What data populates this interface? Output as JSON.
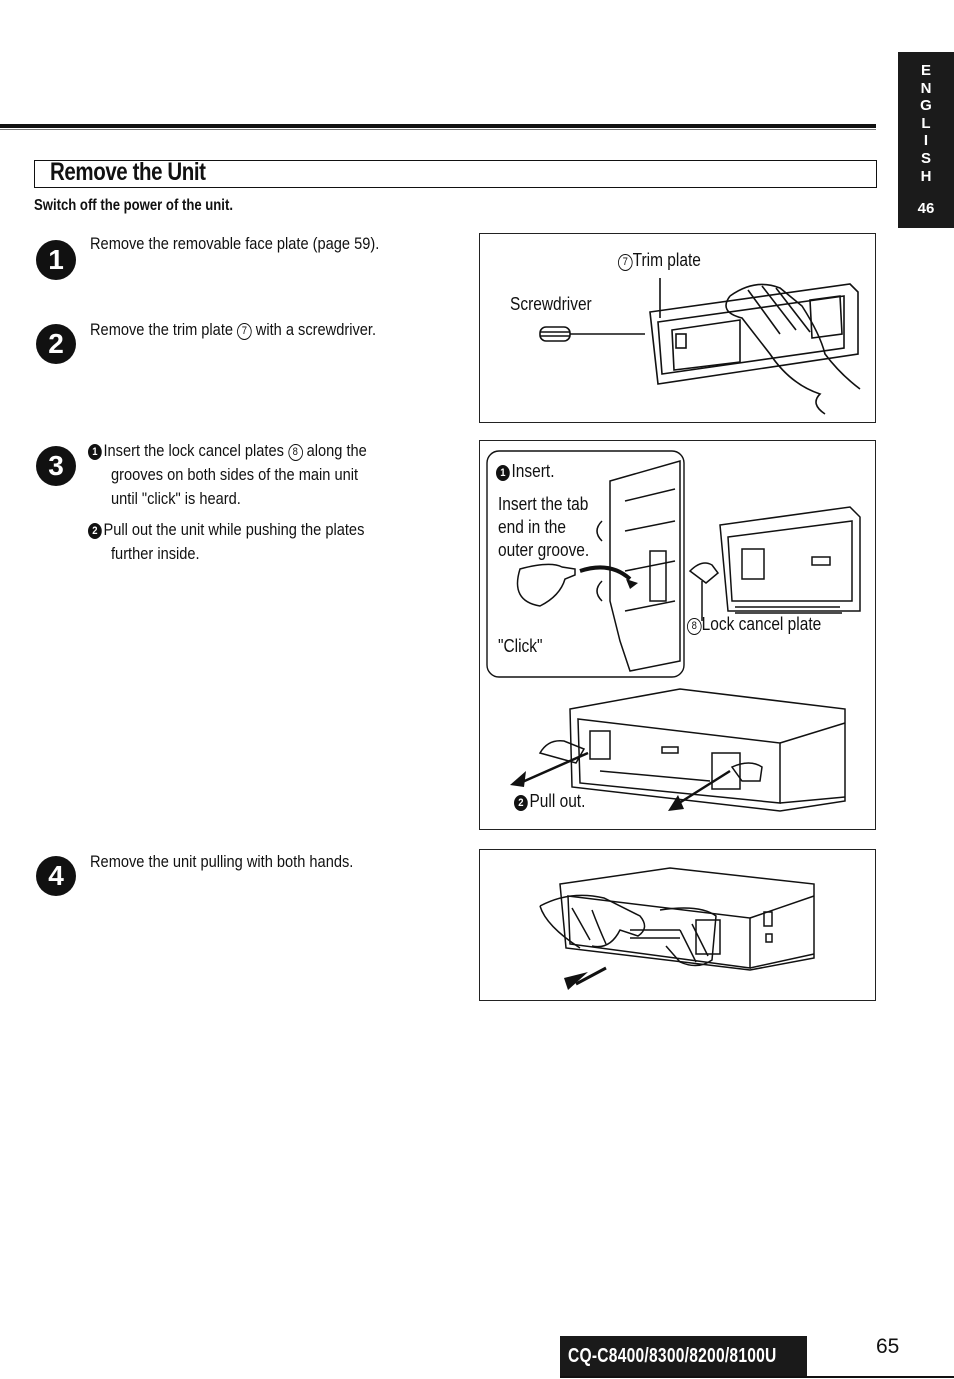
{
  "language_tab": {
    "letters": [
      "E",
      "N",
      "G",
      "L",
      "I",
      "S",
      "H"
    ],
    "page": "46"
  },
  "title": "Remove the Unit",
  "subheading": "Switch off the power of the unit.",
  "steps": [
    {
      "number": "1",
      "text": "Remove the removable face plate (page 59)."
    },
    {
      "number": "2",
      "text_before": "Remove the trim plate",
      "ref": "7",
      "text_after": "with a screwdriver."
    },
    {
      "number": "3",
      "a": {
        "bullet": "1",
        "line1_before": "Insert the lock cancel plates",
        "ref": "8",
        "line1_after": "along the",
        "line2": "grooves on both sides of the main unit",
        "line3": "until \"click\" is heard."
      },
      "b": {
        "bullet": "2",
        "line1": "Pull out the unit while pushing the plates",
        "line2": "further inside."
      }
    },
    {
      "number": "4",
      "text": "Remove the unit pulling with both hands."
    }
  ],
  "figure1": {
    "trim_ref": "7",
    "trim_label": "Trim plate",
    "screwdriver_label": "Screwdriver"
  },
  "figure2": {
    "insert_bullet": "1",
    "insert_label": "Insert.",
    "insert_note": [
      "Insert the tab",
      "end in the",
      "outer groove."
    ],
    "click_label": "\"Click\"",
    "lock_ref": "8",
    "lock_label": "Lock cancel plate",
    "pull_bullet": "2",
    "pull_label": "Pull out."
  },
  "footer": {
    "model": "CQ-C8400/8300/8200/8100U",
    "page_number": "65"
  }
}
